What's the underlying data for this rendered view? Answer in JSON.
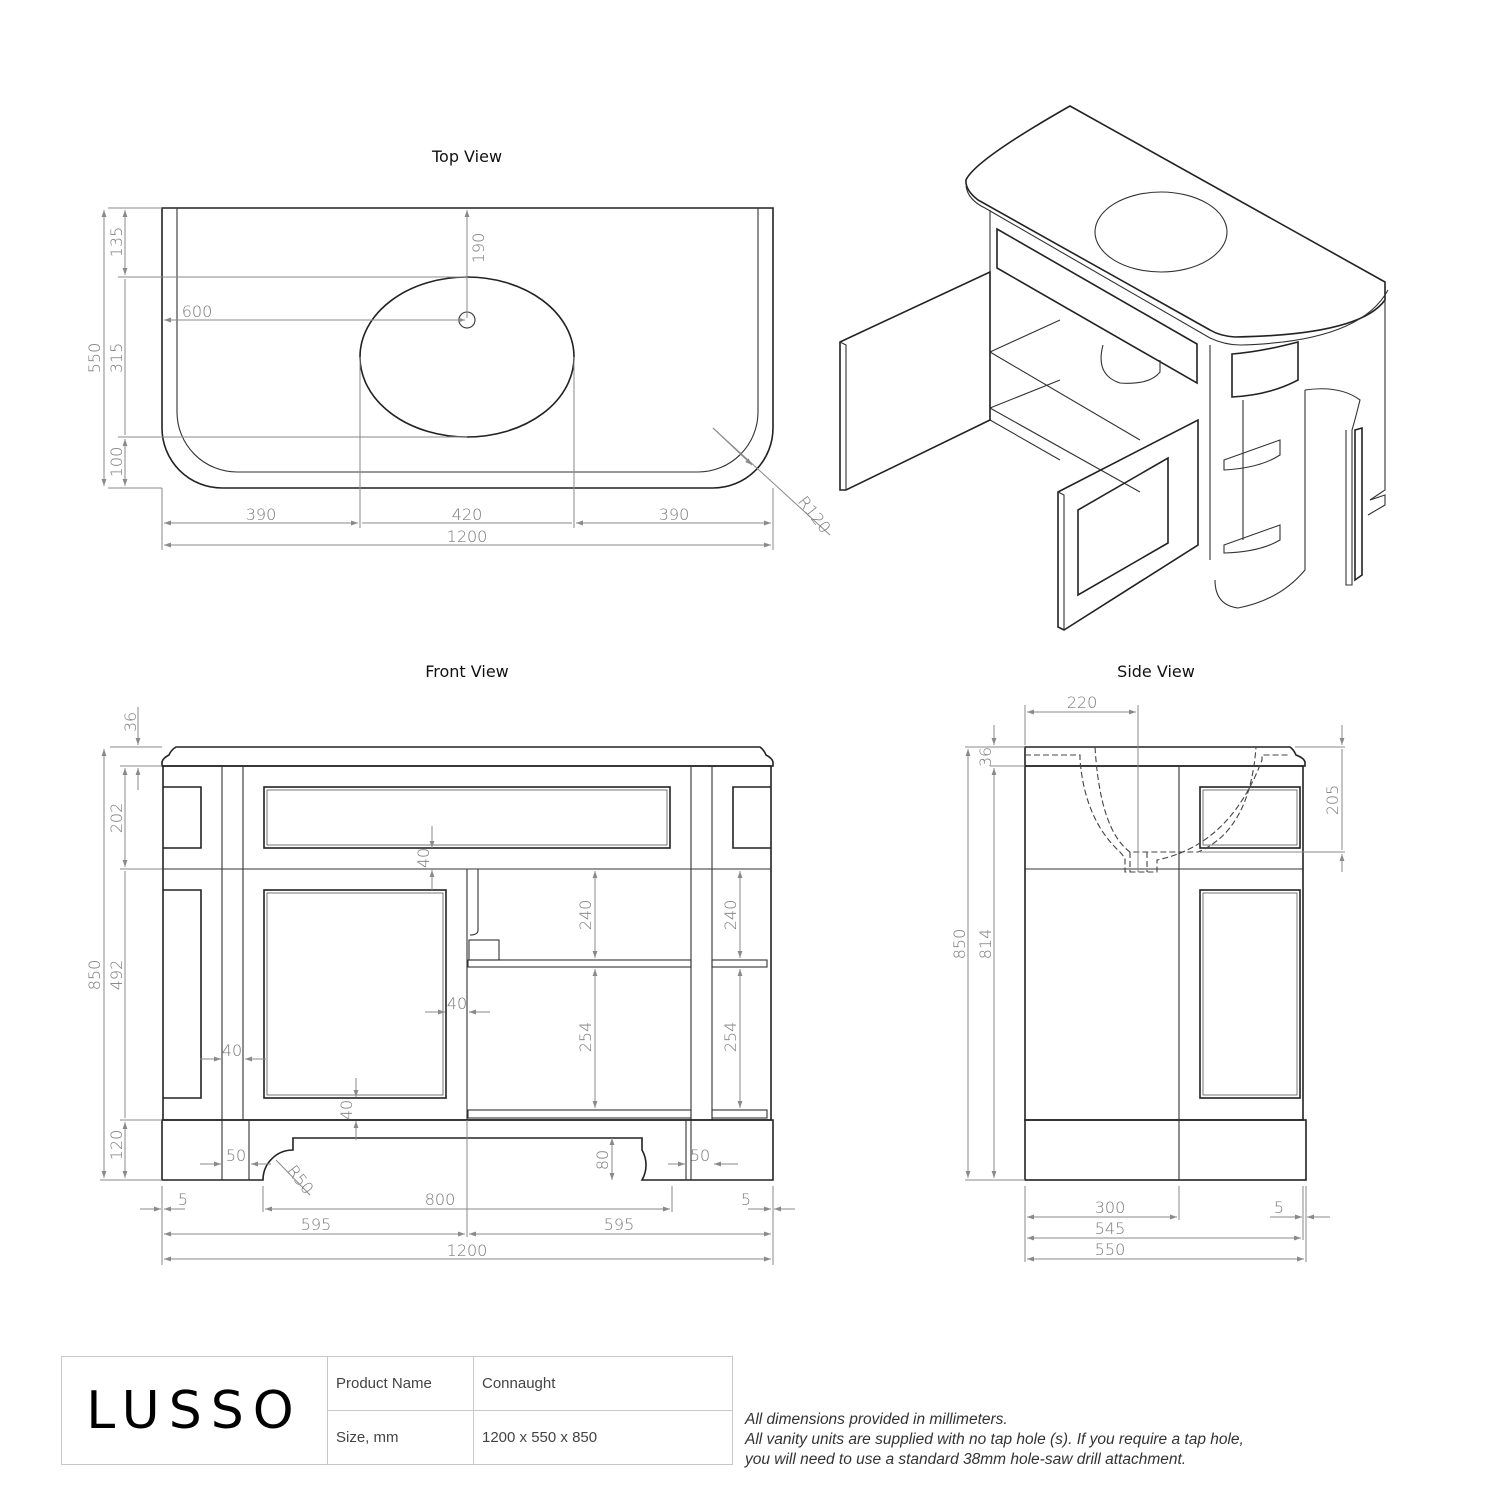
{
  "views": {
    "top_title": "Top View",
    "front_title": "Front View",
    "side_title": "Side View",
    "isometric_title": ""
  },
  "top_view": {
    "dims": {
      "total_depth": "550",
      "back_to_basin": "135",
      "basin_depth": "315",
      "basin_to_front": "100",
      "tap_from_back": "190",
      "tap_from_left": "600",
      "left_margin": "390",
      "basin_width": "420",
      "right_margin": "390",
      "total_width": "1200",
      "corner_radius": "R120"
    }
  },
  "front_view": {
    "dims": {
      "top_thickness": "36",
      "drawer_height": "202",
      "total_height": "850",
      "cabinet_height": "492",
      "plinth_height": "120",
      "rail_40_top": "40",
      "stile_40_left": "40",
      "stile_40_mid": "40",
      "rail_40_bottom": "40",
      "shelf_upper_left": "240",
      "shelf_upper_right": "240",
      "shelf_lower_left": "254",
      "shelf_lower_right": "254",
      "plinth_left_50": "50",
      "plinth_right_50": "50",
      "plinth_radius": "R50",
      "plinth_cut_80": "80",
      "overhang_left": "5",
      "overhang_right": "5",
      "plinth_cut_width": "800",
      "half_left": "595",
      "half_right": "595",
      "total_width": "1200"
    }
  },
  "side_view": {
    "dims": {
      "tap_offset": "220",
      "top_thickness": "36",
      "basin_depth": "205",
      "total_height": "850",
      "body_height": "814",
      "door_depth": "300",
      "overhang": "5",
      "body_depth": "545",
      "total_depth": "550"
    }
  },
  "title_block": {
    "brand": "LUSSO",
    "product_label": "Product Name",
    "product_value": "Connaught",
    "size_label": "Size, mm",
    "size_value": "1200 x 550 x 850"
  },
  "notes": {
    "line1": "All dimensions provided in millimeters.",
    "line2": "All vanity units are supplied with no tap hole (s). If you require a tap hole,",
    "line3": "you will need to use a standard 38mm hole-saw drill attachment."
  }
}
